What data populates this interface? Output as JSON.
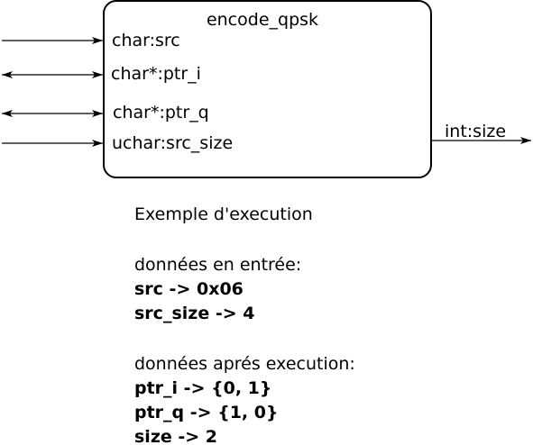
{
  "block": {
    "title": "encode_qpsk",
    "inputs": [
      "char:src",
      "char*:ptr_i",
      "char*:ptr_q",
      "uchar:src_size"
    ],
    "output": "int:size"
  },
  "example": {
    "heading": "Exemple d'execution",
    "inputs_heading": "données en entrée:",
    "inputs": [
      "src -> 0x06",
      "src_size -> 4"
    ],
    "outputs_heading": "données aprés execution:",
    "outputs": [
      "ptr_i -> {0, 1}",
      "ptr_q -> {1, 0}",
      "size -> 2"
    ]
  }
}
